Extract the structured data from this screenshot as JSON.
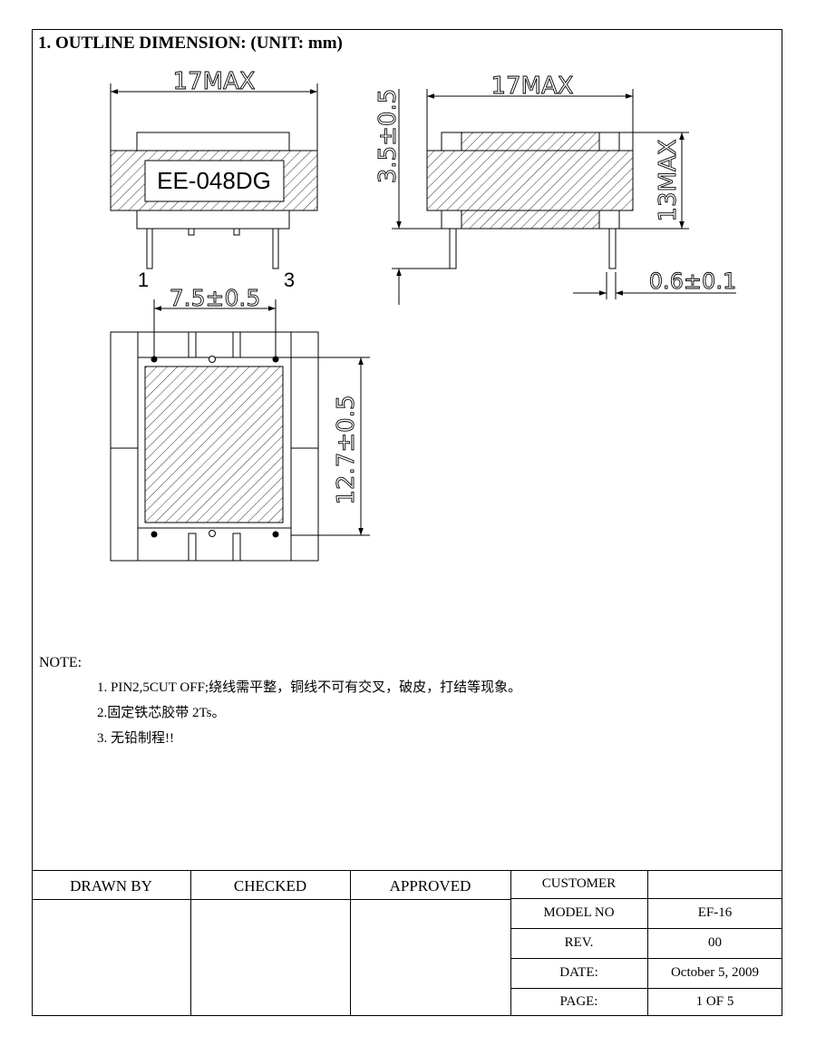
{
  "page_title": "1. OUTLINE DIMENSION: (UNIT: mm)",
  "drawing": {
    "label_part": "EE-048DG",
    "dim_width_front": "17MAX",
    "dim_width_side": "17MAX",
    "dim_height_side": "13MAX",
    "dim_pin_length": "3.5±0.5",
    "dim_pin_dia": "0.6±0.1",
    "dim_pin_pitch": "7.5±0.5",
    "dim_core": "12.7±0.5",
    "pin_1": "1",
    "pin_3": "3"
  },
  "notes": {
    "label": "NOTE:",
    "items": [
      "1. PIN2,5CUT OFF;绕线需平整，铜线不可有交叉，破皮，打结等现象。",
      "2.固定铁芯胶带 2Ts。",
      "3. 无铅制程!!"
    ]
  },
  "title_block": {
    "drawn_by": "DRAWN BY",
    "checked": "CHECKED",
    "approved": "APPROVED",
    "customer_label": "CUSTOMER",
    "customer_value": "",
    "model_label": "MODEL NO",
    "model_value": "EF-16",
    "rev_label": "REV.",
    "rev_value": "00",
    "date_label": "DATE:",
    "date_value": "October 5, 2009",
    "page_label": "PAGE:",
    "page_value": "1 OF 5"
  }
}
